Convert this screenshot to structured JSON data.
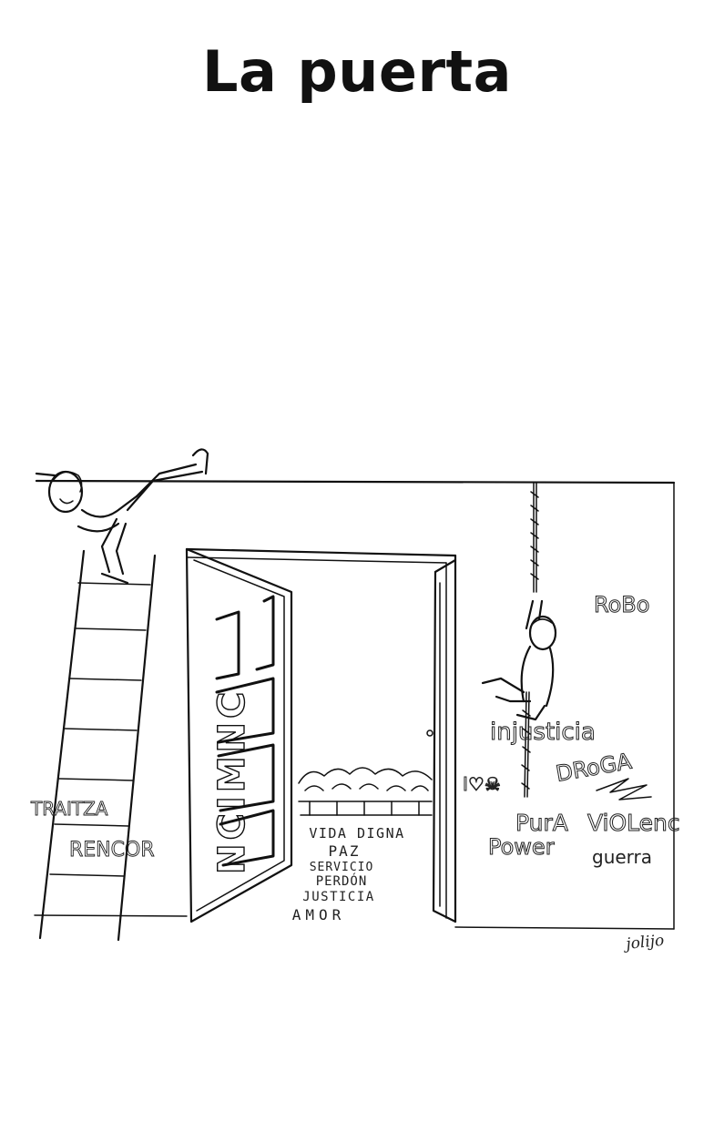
{
  "title": "La puerta",
  "door_panel_word": "NCIMNC",
  "door_opening_words": [
    "VIDA DIGNA",
    "PAZ",
    "SERVICIO",
    "PERDÓN",
    "JUSTICIA",
    "AMOR"
  ],
  "left_wall_words": [
    "TRAITZA",
    "RENCOR"
  ],
  "right_wall_words": {
    "robo": "RoBo",
    "injusticia": "injusticia",
    "droga": "DRoGA",
    "love_death": "I♡☠",
    "pura": "PurA",
    "violenc": "ViOLenc",
    "power": "Power",
    "guerra": "guerra"
  },
  "signature": "jolijo",
  "icons": [
    "ladder",
    "door",
    "rope",
    "climber-figure",
    "leaning-figure",
    "crowd"
  ]
}
